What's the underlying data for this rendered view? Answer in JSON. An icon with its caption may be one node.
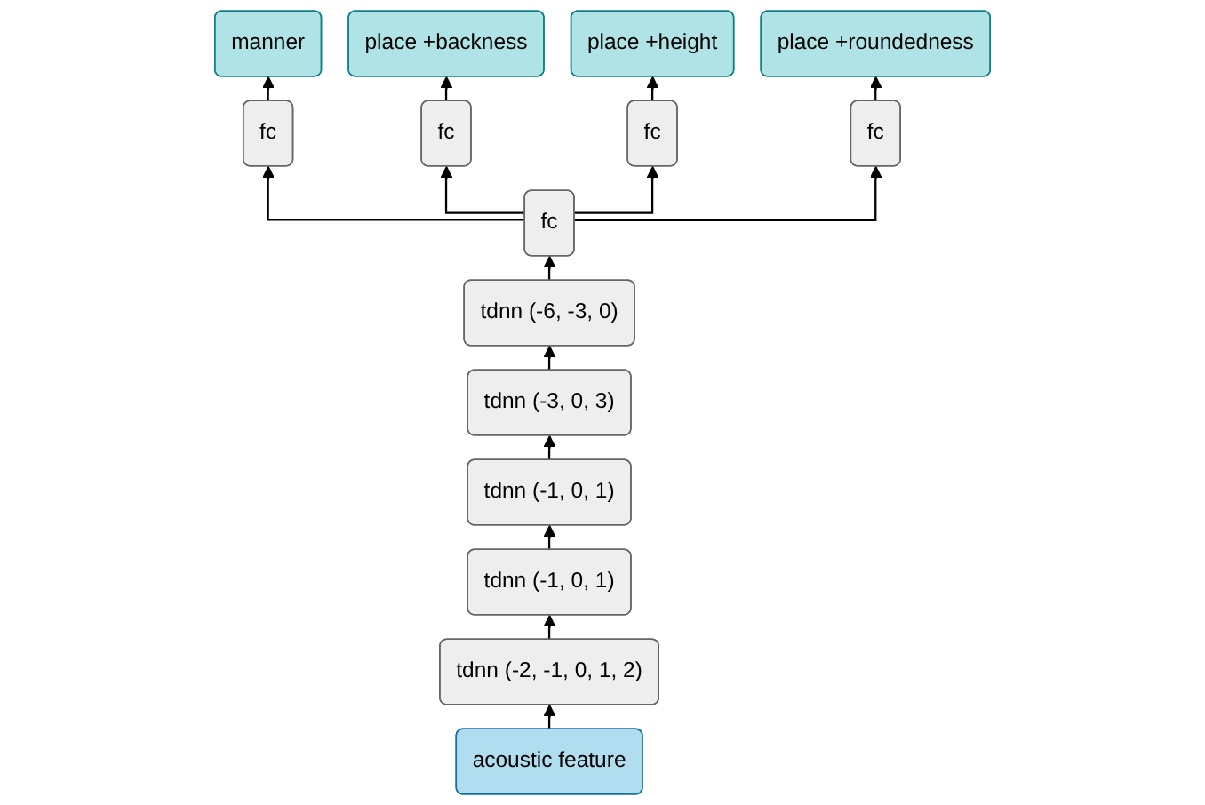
{
  "diagram": {
    "nodes": [
      {
        "text": [
          "manner"
        ]
      },
      {
        "text": [
          "place +backness"
        ]
      },
      {
        "text": [
          "place +height"
        ]
      },
      {
        "text": [
          "place +roundedness"
        ]
      },
      {
        "text": [
          "fc"
        ]
      },
      {
        "text": [
          "fc"
        ]
      },
      {
        "text": [
          "fc"
        ]
      },
      {
        "text": [
          "fc"
        ]
      },
      {
        "text": [
          "fc"
        ]
      },
      {
        "text": [
          "tdnn (-6, -3, 0)"
        ]
      },
      {
        "text": [
          "tdnn (-3, 0, 3)"
        ]
      },
      {
        "text": [
          "tdnn (-1, 0, 1)"
        ]
      },
      {
        "text": [
          "tdnn (-1, 0, 1)"
        ]
      },
      {
        "text": [
          "tdnn (-2, -1, 0, 1, 2)"
        ]
      },
      {
        "text": [
          "acoustic feature"
        ]
      }
    ],
    "edges": [
      {
        "from": 14,
        "to": 13,
        "arrow": "to"
      },
      {
        "from": 13,
        "to": 12,
        "arrow": "to"
      },
      {
        "from": 12,
        "to": 11,
        "arrow": "to"
      },
      {
        "from": 11,
        "to": 10,
        "arrow": "to"
      },
      {
        "from": 10,
        "to": 9,
        "arrow": "to"
      },
      {
        "from": 9,
        "to": 8,
        "arrow": "to"
      },
      {
        "from": 8,
        "to": 4,
        "arrow": "to"
      },
      {
        "from": 8,
        "to": 5,
        "arrow": "to"
      },
      {
        "from": 8,
        "to": 6,
        "arrow": "to"
      },
      {
        "from": 8,
        "to": 7,
        "arrow": "to"
      },
      {
        "from": 4,
        "to": 0,
        "arrow": "to"
      },
      {
        "from": 5,
        "to": 1,
        "arrow": "to"
      },
      {
        "from": 6,
        "to": 2,
        "arrow": "to"
      },
      {
        "from": 7,
        "to": 3,
        "arrow": "to"
      }
    ]
  }
}
